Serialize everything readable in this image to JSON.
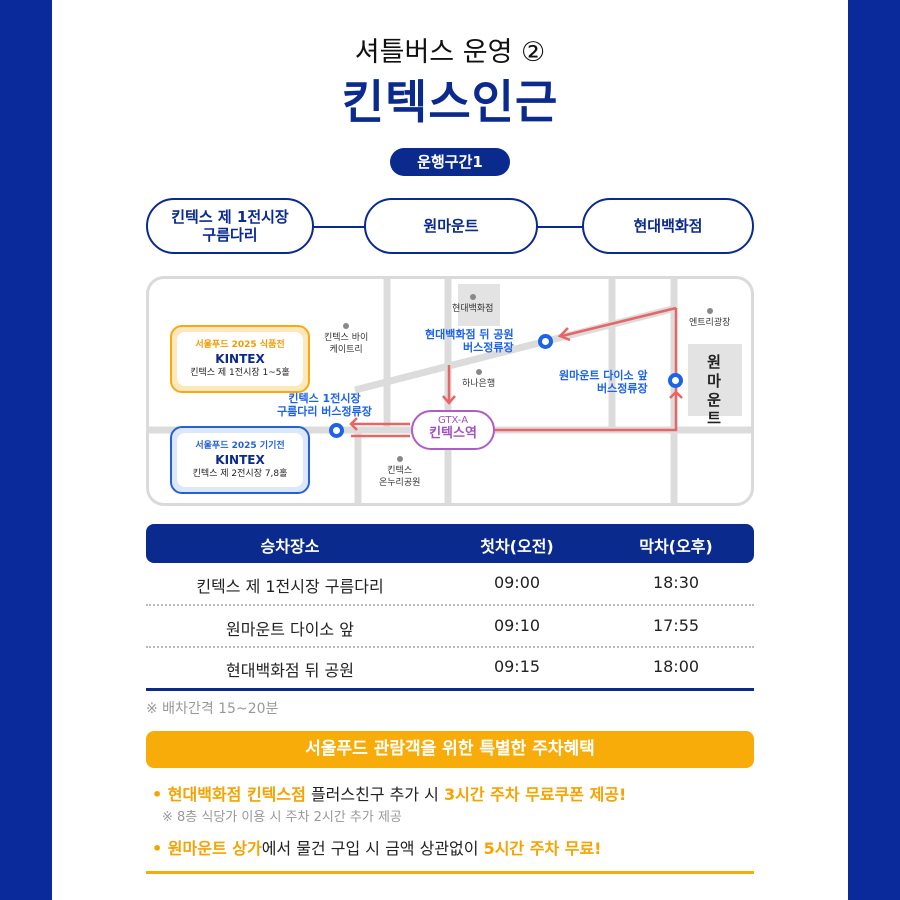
{
  "header": {
    "subtitle": "셔틀버스 운영 ②",
    "title": "킨텍스인근",
    "section_badge": "운행구간1"
  },
  "route": [
    {
      "label_line1": "킨텍스 제 1전시장",
      "label_line2": "구름다리"
    },
    {
      "label_line1": "원마운트",
      "label_line2": ""
    },
    {
      "label_line1": "현대백화점",
      "label_line2": ""
    }
  ],
  "map": {
    "boxes": [
      {
        "title": "서울푸드 2025 식품전",
        "brand": "KINTEX",
        "sub": "킨텍스 제 1전시장 1~5홀",
        "color": "#f8a90f"
      },
      {
        "title": "서울푸드 2025 기기전",
        "brand": "KINTEX",
        "sub": "킨텍스 제 2전시장 7,8홀",
        "color": "#2461d6"
      }
    ],
    "landmarks": {
      "buy": "킨텍스 바이",
      "buy2": "케이트리",
      "hyundai": "현대백화점",
      "hana": "하나은행",
      "entry": "엔트리광장",
      "onnuri": "킨텍스",
      "onnuri2": "온누리공원",
      "wonmount_building": "원마운트"
    },
    "stops": {
      "kintex1": "킨텍스 1전시장",
      "kintex2": "구름다리 버스정류장",
      "hyundai1": "현대백화점 뒤 공원",
      "hyundai2": "버스정류장",
      "wonmount1": "원마운트 다이소 앞",
      "wonmount2": "버스정류장"
    },
    "gtx": {
      "line": "GTX-A",
      "station": "킨텍스역"
    },
    "colors": {
      "stop": "#1c63e6",
      "route": "#e96565",
      "gtx": "#b05cc8"
    }
  },
  "table": {
    "headers": [
      "승차장소",
      "첫차(오전)",
      "막차(오후)"
    ],
    "rows": [
      [
        "킨텍스 제 1전시장 구름다리",
        "09:00",
        "18:30"
      ],
      [
        "원마운트 다이소 앞",
        "09:10",
        "17:55"
      ],
      [
        "현대백화점 뒤 공원",
        "09:15",
        "18:00"
      ]
    ],
    "note": "※ 배차간격 15~20분"
  },
  "parking": {
    "banner": "서울푸드 관람객을 위한 특별한 주차혜택",
    "item1": {
      "a": "현대백화점 킨텍스점",
      "b": " 플러스친구 추가 시 ",
      "c": "3시간 주차 무료쿠폰 제공!"
    },
    "item1_note": "※ 8층 식당가 이용 시 주차 2시간 추가 제공",
    "item2": {
      "a": "원마운트 상가",
      "b": "에서 물건 구입 시 금액 상관없이 ",
      "c": "5시간 주차 무료!"
    }
  },
  "colors": {
    "navy": "#0b2a8e",
    "orange": "#f8ac0a",
    "side": "#0a2a9c"
  }
}
